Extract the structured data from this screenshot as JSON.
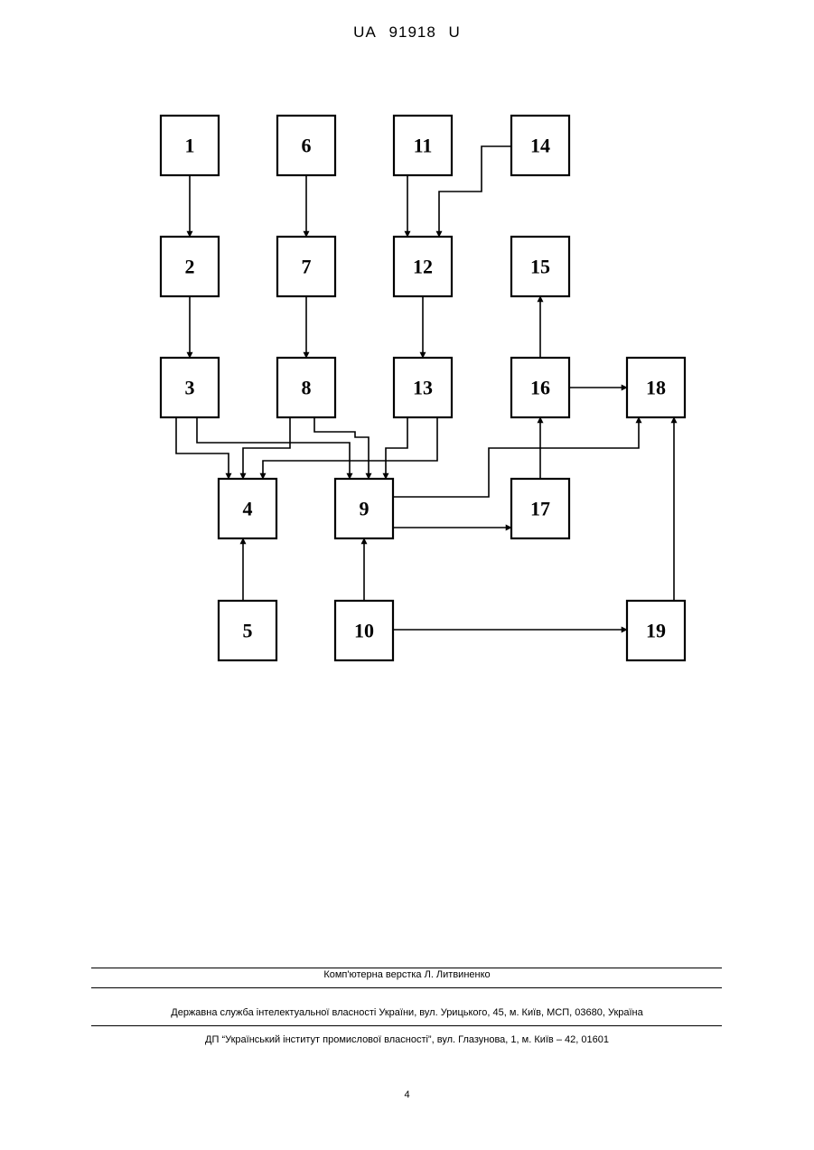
{
  "header": {
    "country": "UA",
    "number": "91918",
    "kind": "U"
  },
  "diagram": {
    "blocks": [
      "1",
      "2",
      "3",
      "4",
      "5",
      "6",
      "7",
      "8",
      "9",
      "10",
      "11",
      "12",
      "13",
      "14",
      "15",
      "16",
      "17",
      "18",
      "19"
    ]
  },
  "footer": {
    "layout_credit": "Комп'ютерна верстка Л. Литвиненко",
    "agency": "Державна служба інтелектуальної власності України, вул. Урицького, 45, м. Київ, МСП, 03680, Україна",
    "institute": "ДП “Український інститут промислової власності”, вул. Глазунова, 1, м. Київ – 42, 01601",
    "page_number": "4"
  }
}
